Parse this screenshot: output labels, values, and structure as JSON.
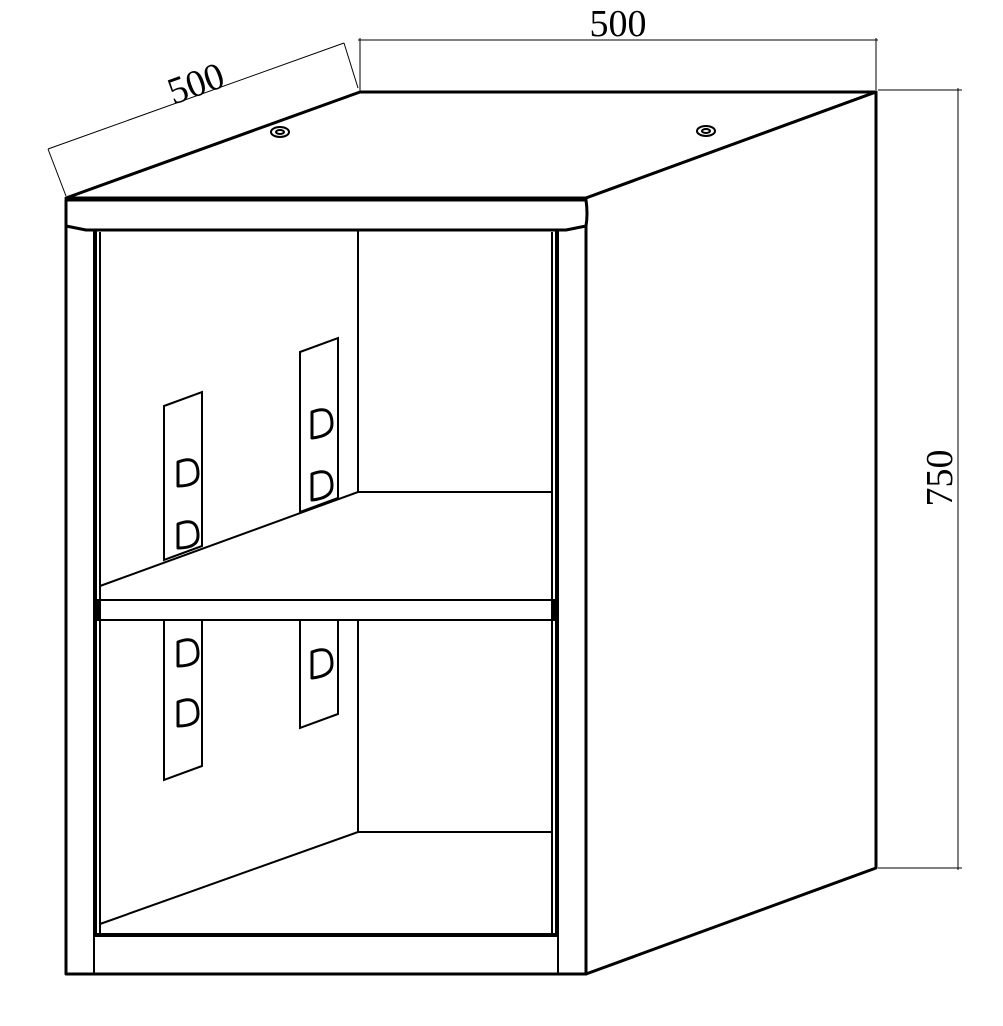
{
  "drawing": {
    "dimensions": {
      "depth": "500",
      "width": "500",
      "height": "750"
    },
    "colors": {
      "line": "#000000",
      "background": "#ffffff"
    }
  }
}
